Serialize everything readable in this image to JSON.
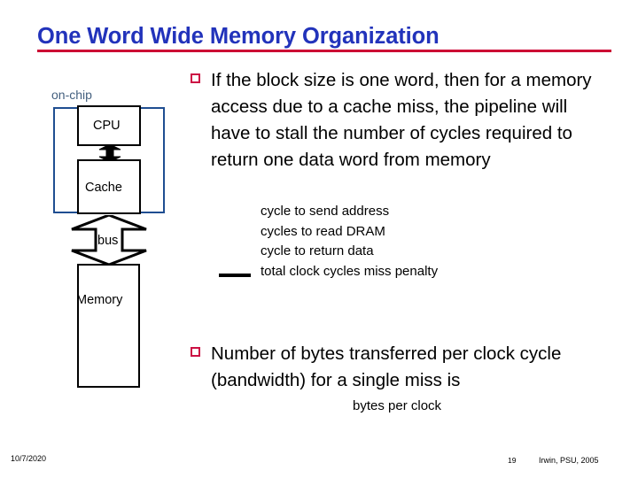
{
  "slide": {
    "title": "One Word Wide Memory Organization",
    "title_color": "#2233bb",
    "rule_color": "#cc0033",
    "background": "#ffffff"
  },
  "diagram": {
    "onchip_label": "on-chip",
    "onchip_color": "#44607f",
    "onchip_border_color": "#1f4e91",
    "cpu_label": "CPU",
    "cache_label": "Cache",
    "bus_label": "bus",
    "memory_label": "Memory",
    "cpu_cache_connector": "double-headed-vertical-arrow",
    "cache_memory_connector": "double-headed-vertical-arrow"
  },
  "bullets": [
    {
      "marker": "hollow-square-bullet",
      "marker_color": "#cc1144",
      "text": "If the block size is one word, then for a memory access due to a cache miss, the pipeline will have to stall the number of cycles required to return one data word from memory"
    },
    {
      "marker": "hollow-square-bullet",
      "marker_color": "#cc1144",
      "text": "Number of bytes transferred per clock cycle (bandwidth) for a single miss is"
    }
  ],
  "miss_penalty_breakdown": {
    "items": [
      {
        "value": "",
        "label": "cycle to send address"
      },
      {
        "value": "",
        "label": "cycles to read DRAM"
      },
      {
        "value": "",
        "label": "cycle to return data"
      }
    ],
    "rule": true,
    "total": {
      "value": "",
      "label": "total clock cycles miss penalty"
    }
  },
  "bandwidth_note": "bytes per clock",
  "footer": {
    "date": "10/7/2020",
    "page_number": "19",
    "credit": "Irwin, PSU, 2005"
  }
}
